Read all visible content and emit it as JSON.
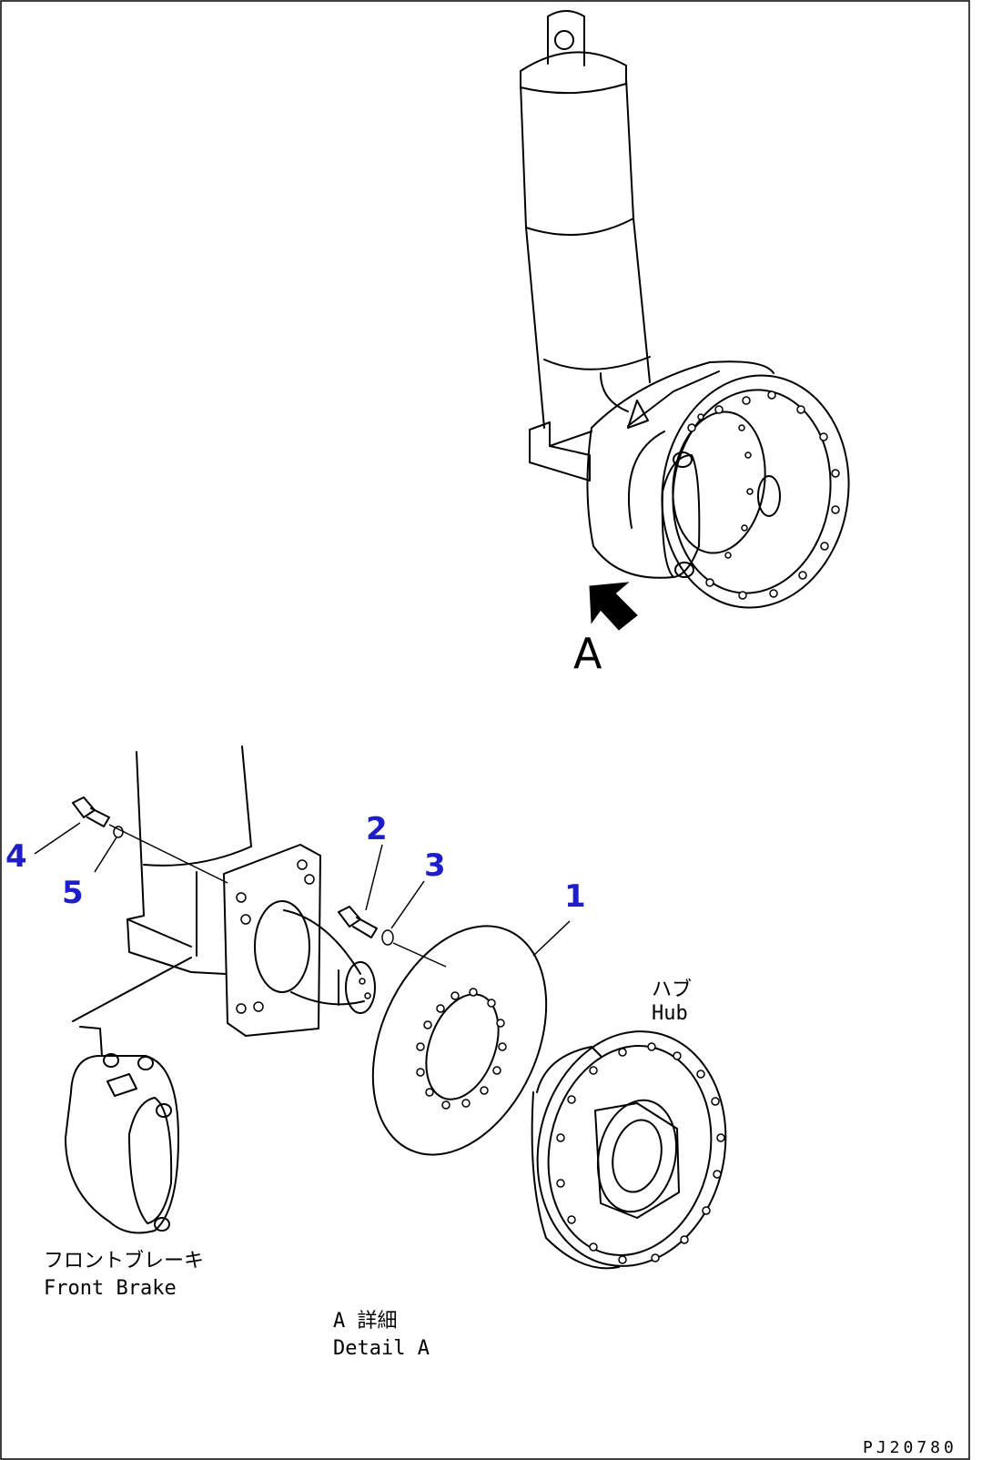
{
  "view_marker": "A",
  "callouts": [
    {
      "id": "callout-1",
      "label": "1"
    },
    {
      "id": "callout-2",
      "label": "2"
    },
    {
      "id": "callout-3",
      "label": "3"
    },
    {
      "id": "callout-4",
      "label": "4"
    },
    {
      "id": "callout-5",
      "label": "5"
    }
  ],
  "labels": {
    "hub_jp": "ハブ",
    "hub_en": "Hub",
    "brake_jp": "フロントブレーキ",
    "brake_en": "Front Brake",
    "detail_jp": "A 詳細",
    "detail_en": "Detail A"
  },
  "drawing_code": "PJ20780",
  "colors": {
    "callout": "#1e1ec8",
    "line": "#000000",
    "background": "#ffffff"
  }
}
